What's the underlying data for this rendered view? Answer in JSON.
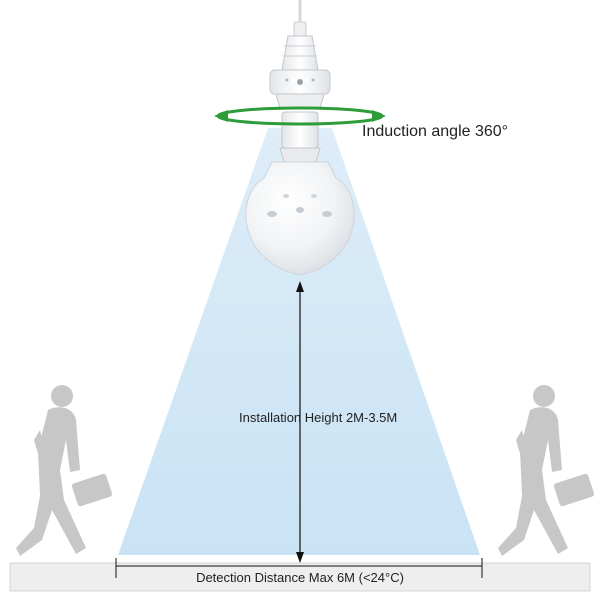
{
  "labels": {
    "induction_angle": "Induction angle 360°",
    "installation_height": "Installation Height 2M-3.5M",
    "detection_distance": "Detection Distance Max 6M (<24°C)"
  },
  "colors": {
    "beam": "#cfe6f6",
    "ring": "#2e9c3a",
    "floor": "#eeeeee",
    "figure": "#c7c7c7",
    "bulb": "#f4f5f6"
  }
}
